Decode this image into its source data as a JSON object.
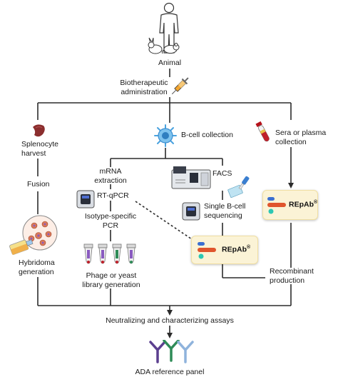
{
  "labels": {
    "animal": "Animal",
    "biotherapeutic_line1": "Biotherapeutic",
    "biotherapeutic_line2": "administration",
    "splenocyte_line1": "Splenocyte",
    "splenocyte_line2": "harvest",
    "bcell_collection": "B-cell collection",
    "sera_line1": "Sera or plasma",
    "sera_line2": "collection",
    "fusion": "Fusion",
    "mrna_line1": "mRNA",
    "mrna_line2": "extraction",
    "rtqpcr": "RT-qPCR",
    "isotype_line1": "Isotype-specific",
    "isotype_line2": "PCR",
    "facs": "FACS",
    "single_bcell_line1": "Single B-cell",
    "single_bcell_line2": "sequencing",
    "hybridoma_line1": "Hybridoma",
    "hybridoma_line2": "generation",
    "phage_line1": "Phage or yeast",
    "phage_line2": "library generation",
    "recombinant_line1": "Recombinant",
    "recombinant_line2": "production",
    "neutralizing": "Neutralizing and characterizing assays",
    "ada_panel": "ADA reference panel"
  },
  "repab": {
    "text": "REpAb",
    "mark": "®"
  },
  "colors": {
    "line": "#2b2b2b",
    "repab_box_fill": "#fbf3d6",
    "antibody_purple": "#5b3f8f",
    "antibody_green": "#2e8b57",
    "antibody_blue": "#8fb3dc",
    "bcell_blue": "#4aa3df",
    "tube_red": "#b5121b",
    "spleen": "#8b2e2e"
  },
  "icons": [
    "person-icon",
    "mouse-icon",
    "rabbit-icon",
    "syringe-icon",
    "spleen-icon",
    "b-cell-icon",
    "blood-tube-icon",
    "qpcr-machine-icon",
    "facs-machine-icon",
    "pipette-icon",
    "sequencer-icon",
    "hybridoma-icon",
    "flask-icon",
    "pcr-tubes-icon",
    "antibody-icon"
  ]
}
